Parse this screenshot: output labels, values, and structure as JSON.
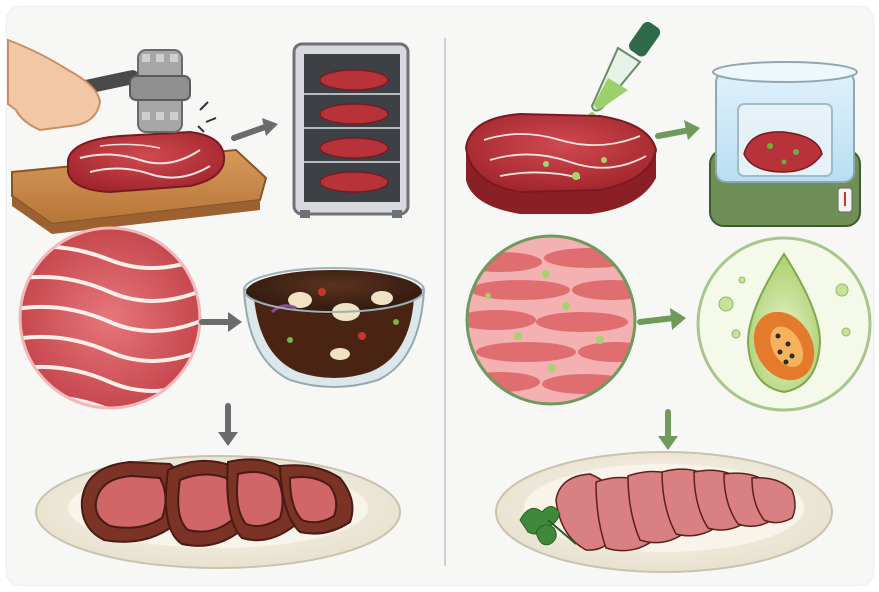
{
  "illustration": {
    "left_panel": {
      "steps": [
        "meat-mallet",
        "cutting-board-steak",
        "fridge-aging",
        "muscle-fiber-closeup",
        "marinade-bowl",
        "sliced-steak-plate"
      ]
    },
    "right_panel": {
      "steps": [
        "enzyme-dropper",
        "raw-steak",
        "sous-vide-bath",
        "fiber-closeup-with-enzyme",
        "papaya-enzyme-drop",
        "sliced-steak-plate-parsley"
      ]
    },
    "colors": {
      "meat_red": "#b8323a",
      "meat_dark": "#8a1f26",
      "marbling": "#f3e3df",
      "enzyme_green": "#8fc35a",
      "wood": "#c9894b",
      "plate": "#f4efe2",
      "arrow_gray": "#6b6b6b",
      "arrow_green": "#6e9a5c"
    }
  }
}
